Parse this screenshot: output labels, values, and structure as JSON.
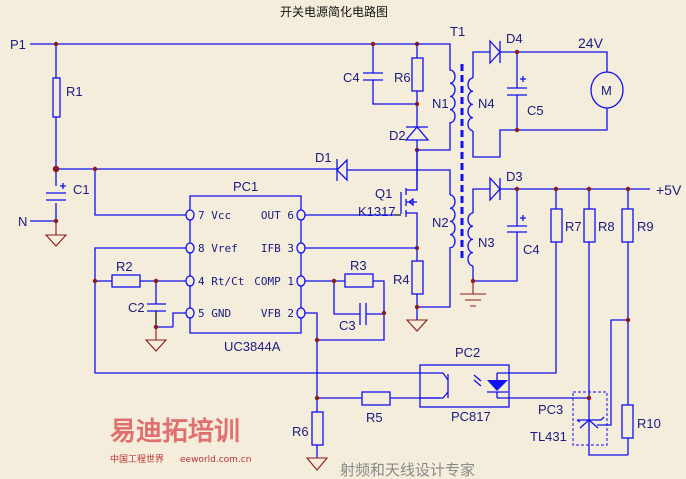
{
  "title": "开关电源简化电路图",
  "colors": {
    "background": "#f4eddc",
    "wire": "#1010f0",
    "junction": "#8b1a1a",
    "ground": "#8b1a1a",
    "label": "#1a1a80"
  },
  "terminals": {
    "p1": "P1",
    "n": "N",
    "out24": "24V",
    "out5": "+5V"
  },
  "components": {
    "r1": "R1",
    "c1": "C1",
    "d1": "D1",
    "c4_snubber": "C4",
    "r6_snubber": "R6",
    "d2": "D2",
    "t1": "T1",
    "n1": "N1",
    "n2": "N2",
    "n3": "N3",
    "n4": "N4",
    "d4": "D4",
    "c5": "C5",
    "motor": "M",
    "d3": "D3",
    "c4_out": "C4",
    "q1": "Q1",
    "q1_part": "K1317",
    "r4": "R4",
    "r2": "R2",
    "c2": "C2",
    "r3": "R3",
    "c3": "C3",
    "r5": "R5",
    "r6_fb": "R6",
    "r7": "R7",
    "r8": "R8",
    "r9": "R9",
    "r10": "R10",
    "pc2": "PC2",
    "pc2_part": "PC817",
    "pc3": "PC3",
    "pc3_part": "TL431"
  },
  "ic": {
    "ref": "PC1",
    "part": "UC3844A",
    "left_pins": [
      "7 Vcc",
      "8 Vref",
      "4 Rt/Ct",
      "5 GND"
    ],
    "right_pins": [
      "OUT 6",
      "IFB 3",
      "COMP 1",
      "VFB 2"
    ]
  },
  "watermark": {
    "line1": "易迪拓培训",
    "line2": "射频和天线设计专家",
    "line3": "中国工程世界",
    "line4": "eeworld.com.cn"
  }
}
